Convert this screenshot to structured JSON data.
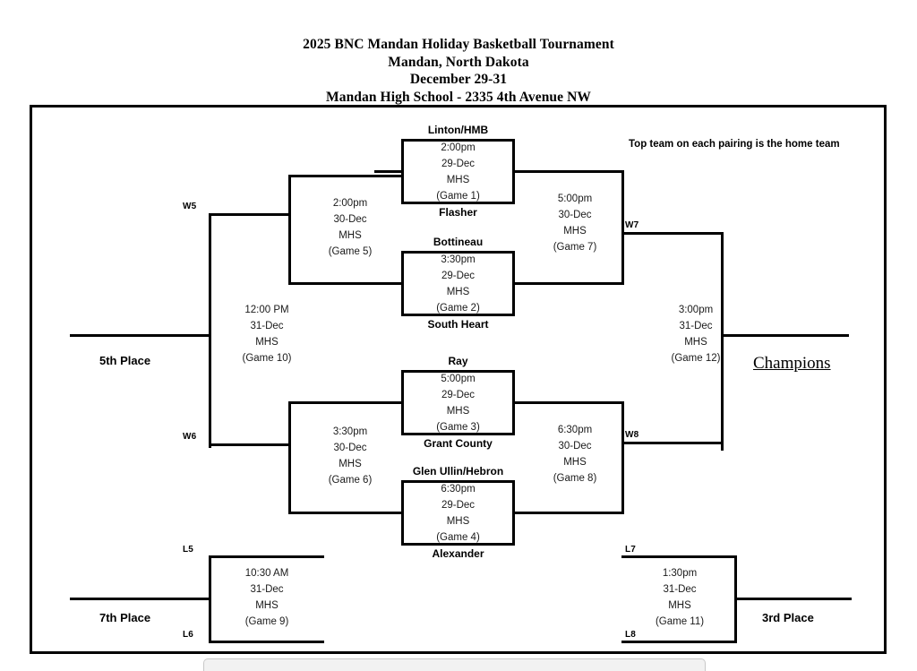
{
  "header": {
    "line1": "2025 BNC Mandan Holiday Basketball Tournament",
    "line2": "Mandan, North Dakota",
    "line3": "December 29-31",
    "line4": "Mandan High School - 2335 4th Avenue NW"
  },
  "note": "Top team on each pairing is the home team",
  "labels": {
    "champions": "Champions",
    "fifth_place": "5th Place",
    "seventh_place": "7th Place",
    "third_place": "3rd Place"
  },
  "seeds": {
    "w5": "W5",
    "w6": "W6",
    "w7": "W7",
    "w8": "W8",
    "l5": "L5",
    "l6": "L6",
    "l7": "L7",
    "l8": "L8"
  },
  "games": [
    {
      "id": "game1",
      "time": "2:00pm",
      "date": "29-Dec",
      "venue": "MHS",
      "number": "(Game 1)",
      "top_team": "Linton/HMB",
      "bottom_team": "Flasher"
    },
    {
      "id": "game2",
      "time": "3:30pm",
      "date": "29-Dec",
      "venue": "MHS",
      "number": "(Game 2)",
      "top_team": "Bottineau",
      "bottom_team": "South Heart"
    },
    {
      "id": "game3",
      "time": "5:00pm",
      "date": "29-Dec",
      "venue": "MHS",
      "number": "(Game 3)",
      "top_team": "Ray",
      "bottom_team": "Grant County"
    },
    {
      "id": "game4",
      "time": "6:30pm",
      "date": "29-Dec",
      "venue": "MHS",
      "number": "(Game 4)",
      "top_team": "Glen Ullin/Hebron",
      "bottom_team": "Alexander"
    },
    {
      "id": "game5",
      "time": "2:00pm",
      "date": "30-Dec",
      "venue": "MHS",
      "number": "(Game 5)"
    },
    {
      "id": "game6",
      "time": "3:30pm",
      "date": "30-Dec",
      "venue": "MHS",
      "number": "(Game 6)"
    },
    {
      "id": "game7",
      "time": "5:00pm",
      "date": "30-Dec",
      "venue": "MHS",
      "number": "(Game 7)"
    },
    {
      "id": "game8",
      "time": "6:30pm",
      "date": "30-Dec",
      "venue": "MHS",
      "number": "(Game 8)"
    },
    {
      "id": "game9",
      "time": "10:30 AM",
      "date": "31-Dec",
      "venue": "MHS",
      "number": "(Game 9)"
    },
    {
      "id": "game10",
      "time": "12:00 PM",
      "date": "31-Dec",
      "venue": "MHS",
      "number": "(Game 10)"
    },
    {
      "id": "game11",
      "time": "1:30pm",
      "date": "31-Dec",
      "venue": "MHS",
      "number": "(Game 11)"
    },
    {
      "id": "game12",
      "time": "3:00pm",
      "date": "31-Dec",
      "venue": "MHS",
      "number": "(Game 12)"
    }
  ]
}
